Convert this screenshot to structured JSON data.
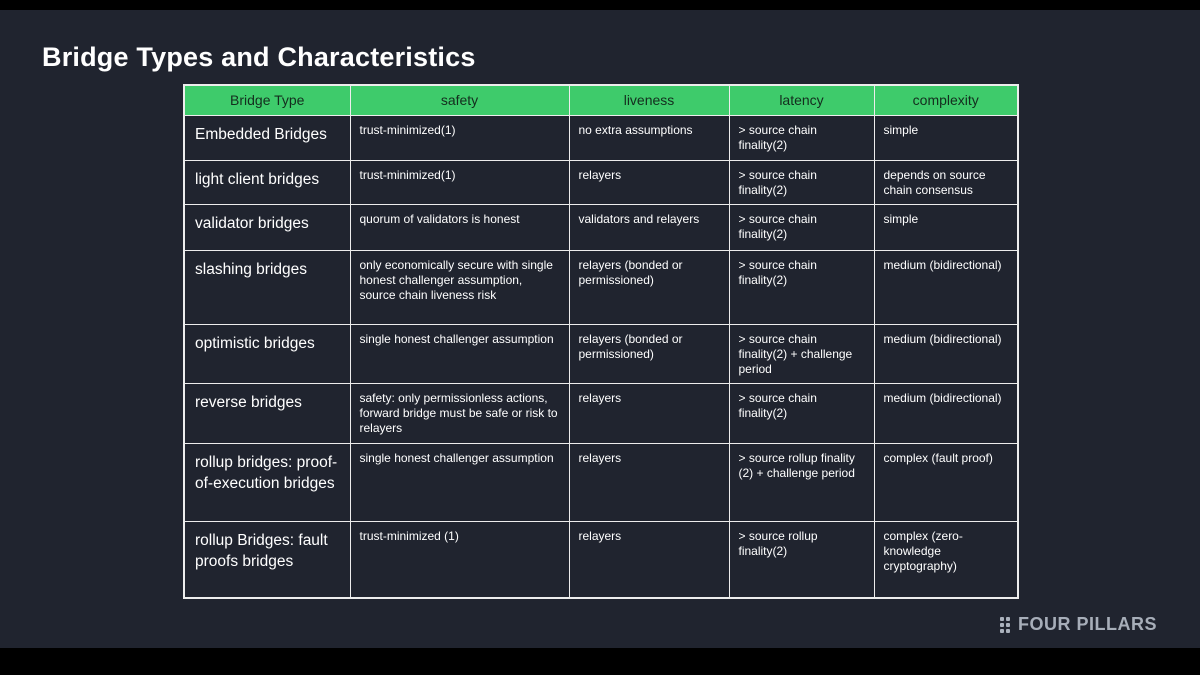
{
  "page": {
    "title": "Bridge Types and Characteristics"
  },
  "table": {
    "headers": [
      "Bridge Type",
      "safety",
      "liveness",
      "latency",
      "complexity"
    ],
    "rows": [
      {
        "cells": [
          "Embedded Bridges",
          "trust-minimized(1)",
          "no extra assumptions",
          "> source chain finality(2)",
          "simple"
        ]
      },
      {
        "cells": [
          "light client bridges",
          "trust-minimized(1)",
          "relayers",
          "> source chain finality(2)",
          "depends on source chain consensus"
        ]
      },
      {
        "cells": [
          "validator bridges",
          "quorum of validators is honest",
          "validators and relayers",
          "> source chain finality(2)",
          "simple"
        ]
      },
      {
        "cells": [
          "slashing bridges",
          "only economically secure with single honest challenger assumption, source chain liveness risk",
          "relayers (bonded or permissioned)",
          "> source chain finality(2)",
          "medium (bidirectional)"
        ]
      },
      {
        "cells": [
          "optimistic bridges",
          "single honest challenger assumption",
          "relayers (bonded or permissioned)",
          "> source chain finality(2) + challenge period",
          "medium (bidirectional)"
        ]
      },
      {
        "cells": [
          "reverse bridges",
          "safety: only permissionless actions, forward bridge must be safe or risk to relayers",
          "relayers",
          "> source chain finality(2)",
          "medium (bidirectional)"
        ]
      },
      {
        "cells": [
          "rollup bridges: proof-of-execution bridges",
          "single honest challenger assumption",
          "relayers",
          "> source rollup finality (2) + challenge period",
          "complex (fault proof)"
        ]
      },
      {
        "cells": [
          "rollup Bridges: fault proofs bridges",
          "trust-minimized (1)",
          "relayers",
          "> source rollup finality(2)",
          "complex (zero-knowledge cryptography)"
        ]
      }
    ]
  },
  "footer": {
    "brand": "FOUR PILLARS"
  },
  "colors": {
    "background": "#20242f",
    "letterbox": "#000000",
    "header_green": "#3ecb6b",
    "header_text": "#142d1e",
    "table_border": "#ededed",
    "body_text": "#ffffff",
    "brand_text": "#a7aeb9"
  }
}
